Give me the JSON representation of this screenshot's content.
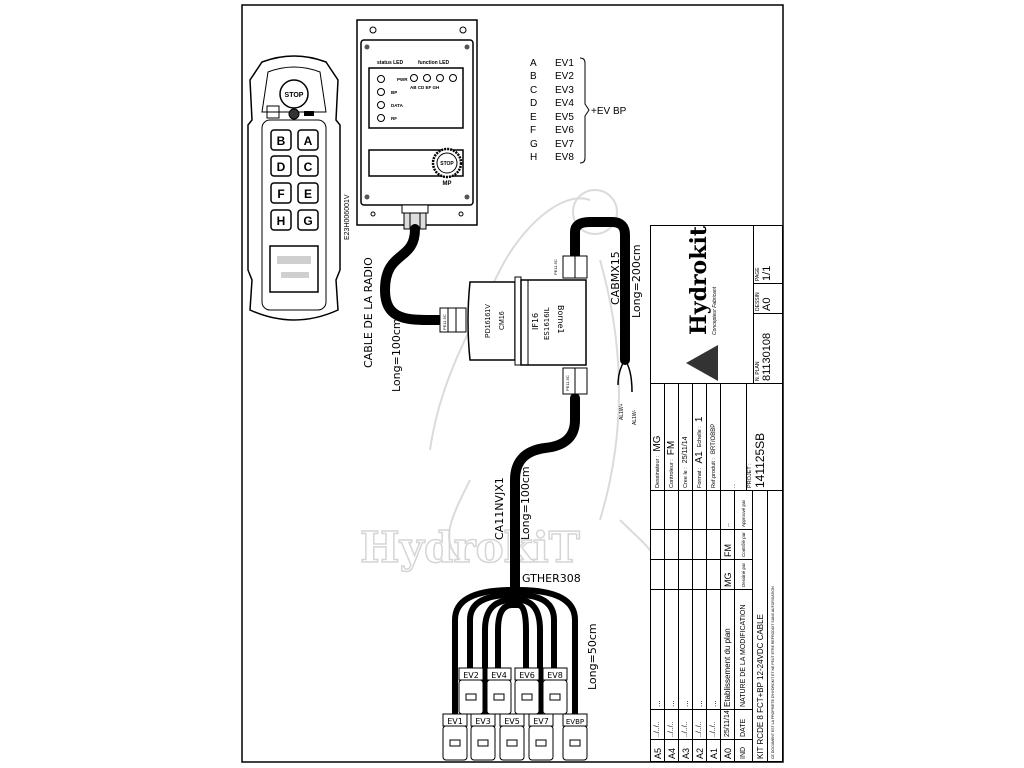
{
  "remote": {
    "stop_label": "STOP",
    "buttons": [
      "B",
      "A",
      "D",
      "C",
      "F",
      "E",
      "H",
      "G"
    ],
    "part_number": "E23H006001V"
  },
  "receiver": {
    "status_led_label": "status LED",
    "function_led_label": "function LED",
    "pwr_label": "PWR",
    "bp_label": "BP",
    "data_label": "DATA",
    "rf_label": "RF",
    "function_letters": "AB CD EF GH",
    "stop_label": "STOP",
    "mp_label": "MP"
  },
  "mapping": {
    "letters": [
      "A",
      "B",
      "C",
      "D",
      "E",
      "F",
      "G",
      "H"
    ],
    "valves": [
      "EV1",
      "EV2",
      "EV3",
      "EV4",
      "EV5",
      "EV6",
      "EV7",
      "EV8"
    ],
    "plus_label": "+EV BP"
  },
  "cables": {
    "radio_cable": "CABLE DE LA RADIO",
    "radio_length": "Long=100cm",
    "connector_pd": "PD16161V",
    "connector_cm": "CM16",
    "interface": "IF16",
    "interface_ref": "ES1616IL",
    "borne": "Borne1",
    "gland_left": "PE11.5C",
    "gland_top": "PE11.5C",
    "gland_bottom": "PE11.5C",
    "cab_top": "CABMX15",
    "cab_top_length": "Long=200cm",
    "al_plus": "AL1W+",
    "al_minus": "AL1W-",
    "cab_bottom": "CA11NVJX1",
    "cab_bottom_length": "Long=100cm",
    "harness": "GTHER308",
    "harness_length": "Long=50cm"
  },
  "connectors_top": [
    "EV2",
    "EV4",
    "EV6",
    "EV8"
  ],
  "connectors_bottom": [
    "EV1",
    "EV3",
    "EV5",
    "EV7",
    "EVBP"
  ],
  "watermark": "HydrokiT",
  "title_block": {
    "revisions": [
      {
        "ind": "A5",
        "date": "../../..",
        "nature": "...",
        "by": "",
        "ctrl": "",
        "appr": ""
      },
      {
        "ind": "A4",
        "date": "../../..",
        "nature": "...",
        "by": "",
        "ctrl": "",
        "appr": ""
      },
      {
        "ind": "A3",
        "date": "../../..",
        "nature": "...",
        "by": "",
        "ctrl": "",
        "appr": ""
      },
      {
        "ind": "A2",
        "date": "../../..",
        "nature": "...",
        "by": "",
        "ctrl": "",
        "appr": ""
      },
      {
        "ind": "A1",
        "date": "../../..",
        "nature": "...",
        "by": "",
        "ctrl": "",
        "appr": ""
      },
      {
        "ind": "A0",
        "date": "25/11/14",
        "nature": "Etablissement du plan",
        "by": "MG",
        "ctrl": "FM",
        "appr": ".."
      }
    ],
    "headers": {
      "ind": "IND",
      "date": "DATE",
      "nature": "NATURE DE LA MODIFICATION",
      "by": "Dessiné par",
      "ctrl": "Contrôlé par",
      "appr": "Approuvé par"
    },
    "kit_title": "KIT RCDE 8 FCT+BP 12-24VDC CABLE",
    "footer": "CE DOCUMENT EST LA PROPRIETE D'HYDROKIT ET NE PEUT ETRE REPRODUIT SANS AUTORISATION",
    "designer_label": "Dessinateur :",
    "designer": "MG",
    "controller_label": "Controleur :",
    "controller": "FM",
    "created_label": "Cree le :",
    "created": "25/11/14",
    "format_label": "Format :",
    "format": "A1",
    "scale_label": "Echelle :",
    "scale": "1",
    "ref_label": "Ref.produit :",
    "ref": "BRT/OBBP",
    "blank1": "...",
    "project_label": "PROJET :",
    "project": "141125SB",
    "plan_label": "N. PLAN",
    "plan": "81130108",
    "drawing_label": "DESSIN",
    "drawing": "A0",
    "page_label": "PAGE",
    "page": "1/1",
    "brand": "Hydrokit",
    "tagline": "Concepteur Fabricant"
  }
}
